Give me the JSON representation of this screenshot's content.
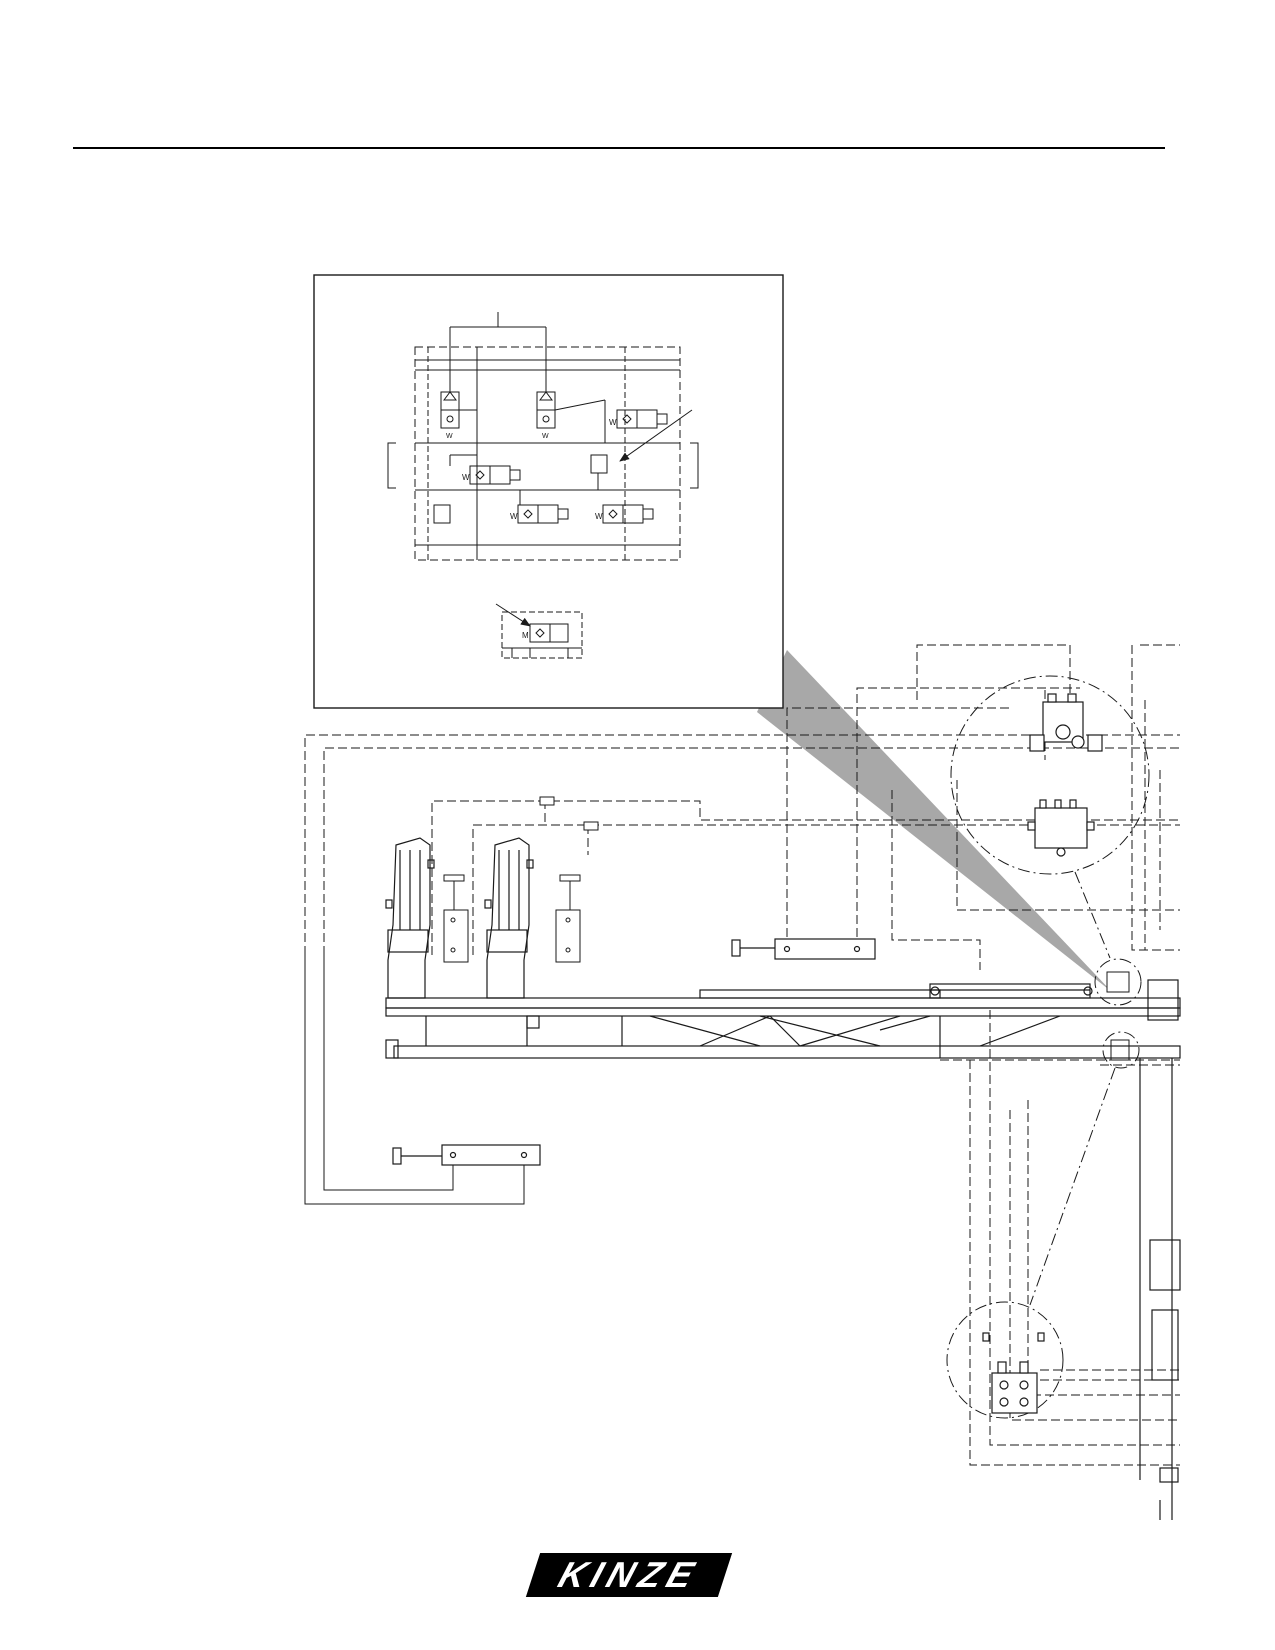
{
  "page": {
    "brand": {
      "logo": "KINZE",
      "color": "#000000"
    }
  },
  "diagram": {
    "line_color": "#1a1a1a",
    "pointer_fill": "#a8a8a8",
    "solenoid_marks": {
      "valve_letter": "W",
      "motor_letter": "M"
    }
  }
}
